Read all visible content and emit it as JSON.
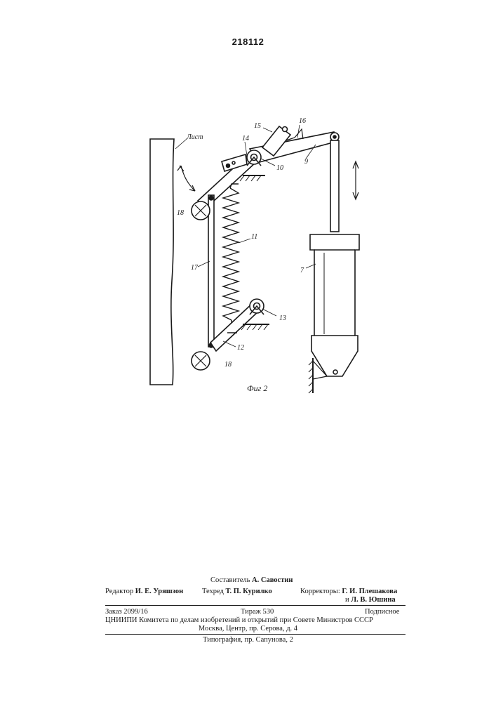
{
  "header": {
    "patent_number": "218112"
  },
  "figure": {
    "caption": "Фиг 2",
    "labels": {
      "sheet": "Лист",
      "n7": "7",
      "n9": "9",
      "n10": "10",
      "n11": "11",
      "n12": "12",
      "n13": "13",
      "n14": "14",
      "n15": "15",
      "n16": "16",
      "n17": "17",
      "n18a": "18",
      "n18b": "18"
    }
  },
  "imprint": {
    "compiler_label": "Составитель",
    "compiler_name": "А. Савостин",
    "editor_label": "Редактор",
    "editor_name": "И. Е. Уряшзон",
    "tech_label": "Техред",
    "tech_name": "Т. П. Курилко",
    "correctors_label": "Корректоры:",
    "corrector1": "Г. И. Плешакова",
    "corrector2_prefix": "и",
    "corrector2": "Л. В. Юшина",
    "order": "Заказ 2099/16",
    "circulation": "Тираж 530",
    "subscription": "Подписное",
    "org_line1": "ЦНИИПИ Комитета по делам изобретений и открытий при Совете Министров СССР",
    "org_line2": "Москва, Центр, пр. Серова, д. 4",
    "printing": "Типография, пр. Сапунова, 2"
  }
}
